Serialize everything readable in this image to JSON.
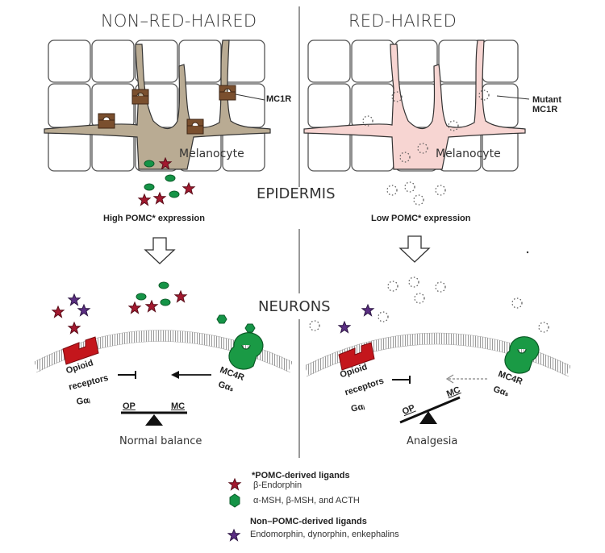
{
  "headers": {
    "left": "NON–RED-HAIRED",
    "right": "RED-HAIRED"
  },
  "sections": {
    "epidermis": "EPIDERMIS",
    "neurons": "NEURONS"
  },
  "left_panel": {
    "receptor_label": "MC1R",
    "cell_label": "Melanocyte",
    "expression": "High POMC* expression",
    "opioid_label": [
      "Opioid",
      "receptors",
      "Gαᵢ"
    ],
    "mc4r_label": [
      "MC4R",
      "Gαₛ"
    ],
    "seesaw": {
      "left": "OP",
      "right": "MC"
    },
    "outcome": "Normal balance",
    "colors": {
      "melanocyte": "#b9ab93",
      "mc1r": "#7a4f2e"
    }
  },
  "right_panel": {
    "receptor_label": [
      "Mutant",
      "MC1R"
    ],
    "cell_label": "Melanocyte",
    "expression": "Low POMC* expression",
    "opioid_label": [
      "Opioid",
      "receptors",
      "Gαᵢ"
    ],
    "mc4r_label": [
      "MC4R",
      "Gαₛ"
    ],
    "seesaw": {
      "left": "OP",
      "right": "MC"
    },
    "outcome": "Analgesia",
    "colors": {
      "melanocyte": "#f7d5d2"
    }
  },
  "legend": {
    "pomc_title": "*POMC-derived ligands",
    "items": [
      {
        "icon": "red-star-icon",
        "label": "β-Endorphin",
        "color": "#a3192f"
      },
      {
        "icon": "green-hexagon-icon",
        "label": "α-MSH, β-MSH, and ACTH",
        "color": "#159447"
      },
      {
        "icon": "purple-star-icon",
        "label": "Endomorphin, dynorphin, enkephalins",
        "color": "#5b2e83"
      }
    ],
    "non_pomc_title": "Non–POMC-derived ligands"
  },
  "colors": {
    "opioid_receptor": "#c4161c",
    "mc4r": "#1a9a45",
    "beta_endorphin": "#a3192f",
    "msh": "#159447",
    "non_pomc": "#5b2e83"
  }
}
